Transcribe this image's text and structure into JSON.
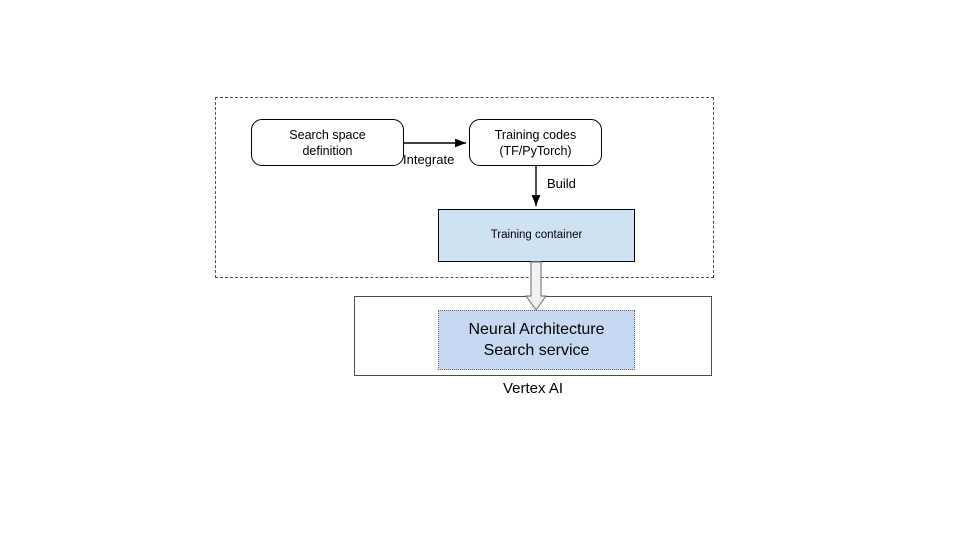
{
  "diagram": {
    "title_caption": "Vertex AI",
    "group_container": {
      "name": "user-side-dashed-group",
      "border_style": "dashed",
      "border_color": "#4d4d4d"
    },
    "nodes": [
      {
        "id": "search-space-definition",
        "label_line1": "Search space",
        "label_line2": "definition",
        "shape": "rounded-rect",
        "fill": "#ffffff",
        "border_color": "#000000"
      },
      {
        "id": "training-codes",
        "label_line1": "Training codes",
        "label_line2": "(TF/PyTorch)",
        "shape": "rounded-rect",
        "fill": "#ffffff",
        "border_color": "#000000"
      },
      {
        "id": "training-container",
        "label": "Training container",
        "shape": "rect",
        "fill": "#cfe2f3",
        "border_color": "#000000"
      },
      {
        "id": "neural-architecture-search-service",
        "label_line1": "Neural Architecture",
        "label_line2": "Search service",
        "shape": "dotted-rect",
        "fill": "#c6d9f1",
        "border_color": "#666666"
      },
      {
        "id": "vertex-ai-boundary",
        "label": "Vertex AI",
        "shape": "rect",
        "fill": "#ffffff",
        "border_color": "#4d4d4d"
      }
    ],
    "edges": [
      {
        "id": "integrate-edge",
        "label": "Integrate",
        "from": "search-space-definition",
        "to": "training-codes",
        "style": "solid-line-arrow",
        "color": "#000000"
      },
      {
        "id": "build-edge",
        "label": "Build",
        "from": "training-codes",
        "to": "training-container",
        "style": "solid-line-arrow",
        "color": "#000000"
      },
      {
        "id": "deploy-edge",
        "label": "",
        "from": "training-container",
        "to": "neural-architecture-search-service",
        "style": "block-arrow",
        "color": "#808080",
        "fill": "#f2f2f2"
      }
    ]
  }
}
